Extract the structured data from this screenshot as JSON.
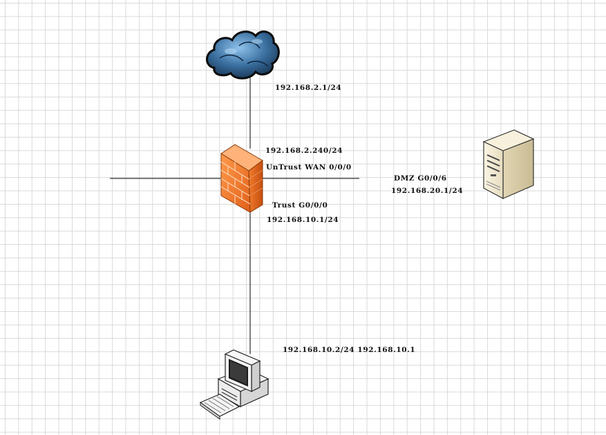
{
  "labels": {
    "internet_ip": "192.168.2.1/24",
    "wan_ip": "192.168.2.240/24",
    "wan_port": "UnTrust WAN 0/0/0",
    "dmz_port": "DMZ G0/0/6",
    "dmz_ip": "192.168.20.1/24",
    "trust_port": "Trust G0/0/0",
    "trust_ip": "192.168.10.1/24",
    "pc_ip": "192.168.10.2/24 192.168.10.1"
  },
  "icons": {
    "internet": "cloud-icon",
    "firewall": "firewall-icon",
    "server": "server-icon",
    "pc": "workstation-icon"
  },
  "colors": {
    "cloud": "#3a6e9e",
    "firewall": "#f07a2a",
    "server": "#efe6cc",
    "pc": "#f2f2f2",
    "links": "#000000"
  }
}
